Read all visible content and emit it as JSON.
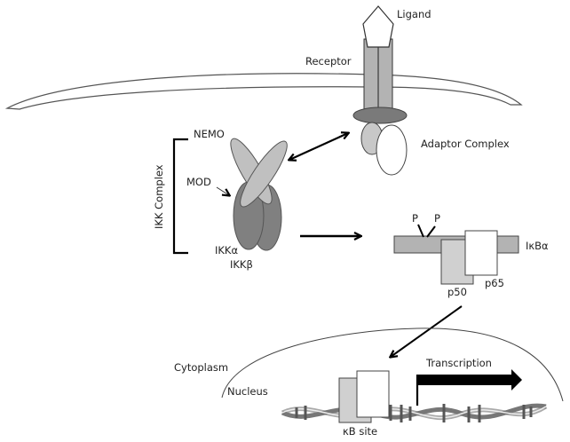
{
  "diagram": {
    "title": "NF-kB signaling pathway",
    "labels": {
      "ligand": "Ligand",
      "receptor": "Receptor",
      "adaptor_complex": "Adaptor Complex",
      "nemo": "NEMO",
      "mod": "MOD",
      "ikk_complex": "IKK Complex",
      "ikk_alpha": "IKKα",
      "ikk_beta": "IKKβ",
      "phospho_1": "P",
      "phospho_2": "P",
      "ikb_alpha": "IκBα",
      "p50": "p50",
      "p65": "p65",
      "cytoplasm": "Cytoplasm",
      "nucleus": "Nucleus",
      "transcription": "Transcription",
      "kb_site": "κB site"
    },
    "colors": {
      "membrane_stroke": "#555555",
      "receptor_fill": "#b3b3b3",
      "adaptor_dark": "#7a7a7a",
      "light_gray": "#c8c8c8",
      "ikk_gray": "#808080",
      "white": "#ffffff",
      "arrow": "#000000"
    },
    "flow": [
      {
        "from": "ligand",
        "to": "receptor"
      },
      {
        "from": "adaptor_complex",
        "to": "ikk_complex",
        "bidirectional": true
      },
      {
        "from": "ikk_complex",
        "to": "ikb_alpha"
      },
      {
        "from": "p50/p65",
        "to": "kb_site"
      },
      {
        "from": "kb_site",
        "to": "transcription"
      }
    ]
  }
}
